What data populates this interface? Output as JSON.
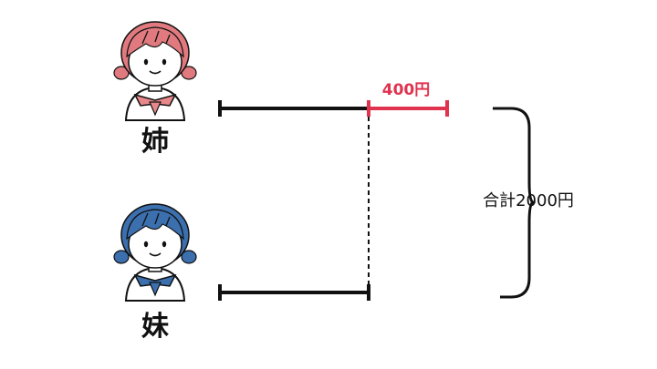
{
  "people": {
    "older": {
      "label": "姉",
      "hair_color": "#e07a7f",
      "collar_color": "#e8888b"
    },
    "younger": {
      "label": "妹",
      "hair_color": "#3b6fae",
      "collar_color": "#3b6fae"
    }
  },
  "diff": {
    "label": "400円",
    "color": "#e0334f"
  },
  "total": {
    "label": "合計2000円"
  },
  "colors": {
    "line": "#111111"
  }
}
